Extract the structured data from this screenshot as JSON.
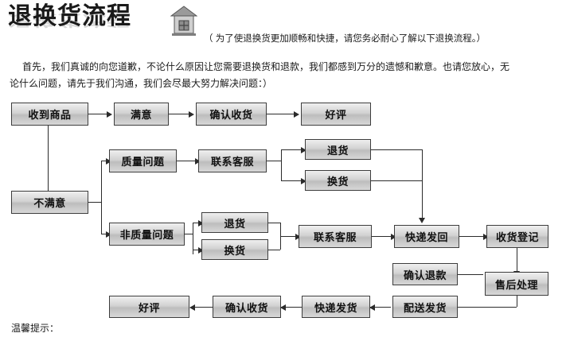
{
  "header": {
    "title": "退换货流程",
    "icon": "house-icon",
    "subtitle": "（ 为了使退换货更加顺畅和快捷，请您务必耐心了解以下退换流程。）"
  },
  "intro": {
    "line1": "首先，我们真诚的向您道歉，不论什么原因让您需要退换货和退款，我们都感到万分的遗憾和歉意。也请您放心，无",
    "line2": "论什么问题，请先于我们沟通，我们会尽最大努力解决问题：）"
  },
  "flow": {
    "nodes": [
      {
        "id": "n1",
        "label": "收到商品"
      },
      {
        "id": "n2",
        "label": "满意"
      },
      {
        "id": "n3",
        "label": "确认收货"
      },
      {
        "id": "n4",
        "label": "好评"
      },
      {
        "id": "n5",
        "label": "质量问题"
      },
      {
        "id": "n6",
        "label": "联系客服"
      },
      {
        "id": "n7",
        "label": "退货"
      },
      {
        "id": "n8",
        "label": "换货"
      },
      {
        "id": "n9",
        "label": "不满意"
      },
      {
        "id": "n10",
        "label": "非质量问题"
      },
      {
        "id": "n11",
        "label": "退货"
      },
      {
        "id": "n12",
        "label": "换货"
      },
      {
        "id": "n13",
        "label": "联系客服"
      },
      {
        "id": "n14",
        "label": "快递发回"
      },
      {
        "id": "n15",
        "label": "收货登记"
      },
      {
        "id": "n16",
        "label": "确认退款"
      },
      {
        "id": "n17",
        "label": "售后处理"
      },
      {
        "id": "n18",
        "label": "配送发货"
      },
      {
        "id": "n19",
        "label": "快递发货"
      },
      {
        "id": "n20",
        "label": "确认收货"
      },
      {
        "id": "n21",
        "label": "好评"
      }
    ]
  },
  "footer": {
    "note": "温馨提示："
  },
  "colors": {
    "box_border": "#3d3d3d",
    "box_fill_light": "#efefef",
    "box_fill_dark": "#bdbdbd",
    "line": "#2b2b2b",
    "text": "#1a1a1a",
    "title_reflection": "#b9b9b9"
  }
}
